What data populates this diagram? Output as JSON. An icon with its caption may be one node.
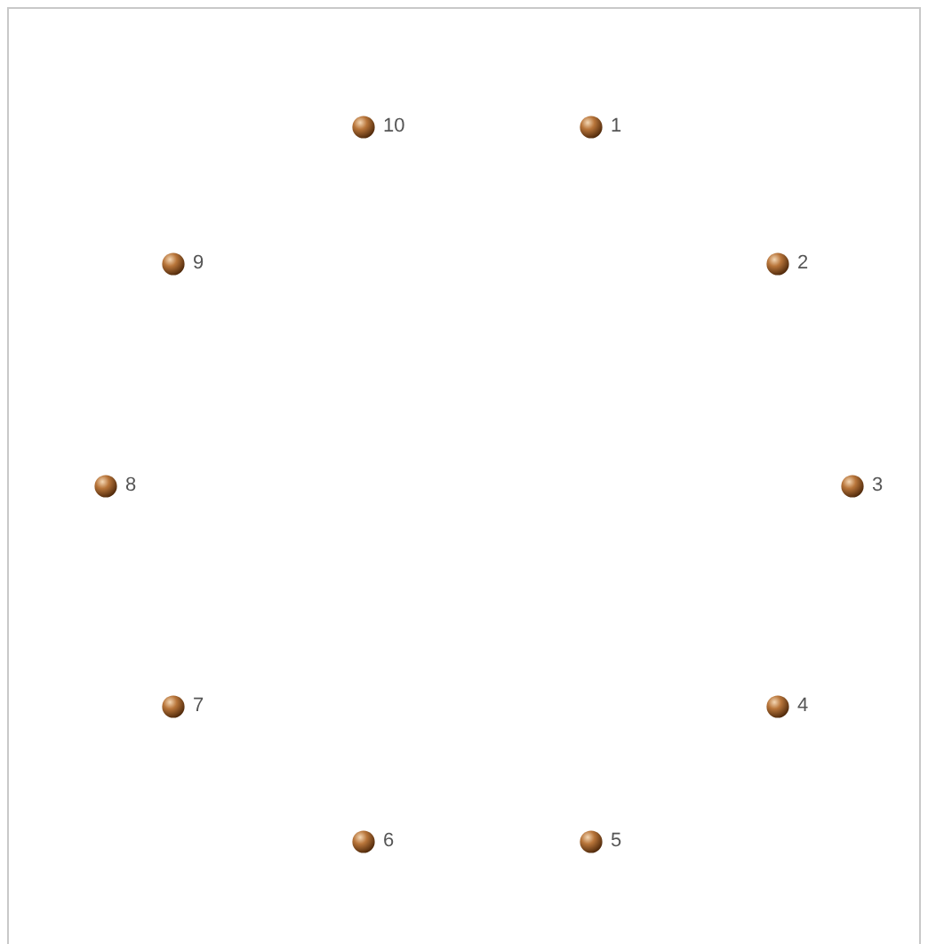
{
  "diagram": {
    "nodes": [
      {
        "text": [
          "10"
        ]
      },
      {
        "text": [
          "1"
        ]
      },
      {
        "text": [
          "9"
        ]
      },
      {
        "text": [
          "2"
        ]
      },
      {
        "text": [
          "8"
        ]
      },
      {
        "text": [
          "3"
        ]
      },
      {
        "text": [
          "7"
        ]
      },
      {
        "text": [
          "4"
        ]
      },
      {
        "text": [
          "6"
        ]
      },
      {
        "text": [
          "5"
        ]
      }
    ]
  }
}
